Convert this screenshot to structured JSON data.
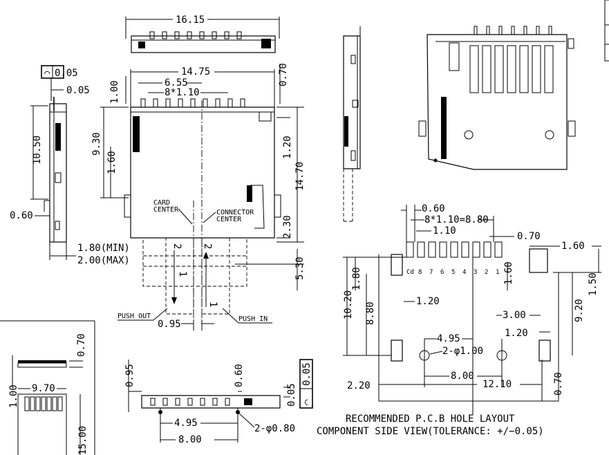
{
  "top_view": {
    "width_dim": "16.15"
  },
  "front_view": {
    "flatness": {
      "symbol": "⌒",
      "value": "0.05"
    },
    "offset_dim": "0.05",
    "height_dim": "10.50",
    "offset_060": "0.60",
    "thick_min": "1.80(MIN)",
    "thick_max": "2.00(MAX)"
  },
  "main_view": {
    "width_1475": "14.75",
    "dim_655": "6.55",
    "pitch": "8*1.10",
    "dim_100": "1.00",
    "dim_070": "0.70",
    "dim_930": "9.30",
    "dim_160": "1.60",
    "dim_120": "1.20",
    "dim_1470": "14.70",
    "dim_230": "2.30",
    "dim_530": "5.30",
    "card_center_1": "CARD",
    "card_center_2": "CENTER",
    "conn_center_1": "CONNECTOR",
    "conn_center_2": "CENTER",
    "card_num_1": "1",
    "card_num_2": "2",
    "push_out": "PUSH OUT",
    "push_in": "PUSH IN",
    "dim_095": "0.95"
  },
  "pcb_layout": {
    "dim_060": "0.60",
    "pitch_total": "8*1.10=8.80",
    "dim_110": "1.10",
    "dim_070": "0.70",
    "dim_160_right": "1.60",
    "pin_labels": [
      "Cd",
      "8",
      "7",
      "6",
      "5",
      "4",
      "3",
      "2",
      "1"
    ],
    "dim_160_mid": "1.60",
    "dim_150": "1.50",
    "dim_1020": "10.20",
    "dim_180": "1.80",
    "dim_880": "8.80",
    "dim_120_left": "1.20",
    "dim_920": "9.20",
    "dim_300": "3.00",
    "dim_120_right": "1.20",
    "dim_495": "4.95",
    "hole_dia": "2-φ1.00",
    "dim_800": "8.00",
    "dim_220": "2.20",
    "dim_1210": "12.10",
    "dim_070_bottom": "0.70",
    "caption_1": "RECOMMENDED P.C.B HOLE LAYOUT",
    "caption_2": "COMPONENT SIDE VIEW(TOLERANCE: +/−0.05)"
  },
  "card_view": {
    "dim_070": "0.70",
    "dim_100": "1.00",
    "dim_970": "9.70",
    "dim_1500": "15.00"
  },
  "bottom_view": {
    "dim_095": "0.95",
    "dim_060": "0.60",
    "dim_005": "0.05",
    "flatness": {
      "symbol": "⌒",
      "value": "0.05"
    },
    "dim_495": "4.95",
    "hole_dia": "2-φ0.80",
    "dim_800": "8.00"
  }
}
